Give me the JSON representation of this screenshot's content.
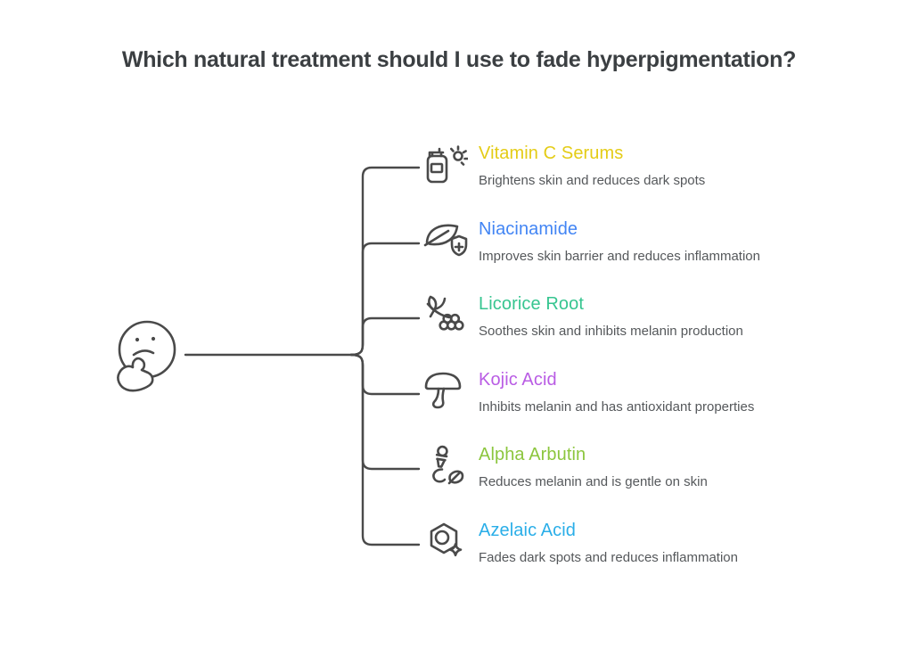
{
  "title": "Which natural treatment should I use to fade hyperpigmentation?",
  "root": {
    "icon": "thinking-face-icon"
  },
  "items": [
    {
      "name": "Vitamin C Serums",
      "description": "Brightens skin and reduces dark spots",
      "color": "#e4cc16",
      "icon": "serum-pump-bottle-sun-icon"
    },
    {
      "name": "Niacinamide",
      "description": "Improves skin barrier and reduces inflammation",
      "color": "#4285f4",
      "icon": "leaf-shield-plus-icon"
    },
    {
      "name": "Licorice Root",
      "description": "Soothes skin and inhibits melanin production",
      "color": "#36c590",
      "icon": "branch-berries-icon"
    },
    {
      "name": "Kojic Acid",
      "description": "Inhibits melanin and has antioxidant properties",
      "color": "#b95ce4",
      "icon": "mushroom-icon"
    },
    {
      "name": "Alpha Arbutin",
      "description": "Reduces melanin and is gentle on skin",
      "color": "#8cc63e",
      "icon": "dropper-leaf-icon"
    },
    {
      "name": "Azelaic Acid",
      "description": "Fades dark spots and reduces inflammation",
      "color": "#2aaee8",
      "icon": "hexagon-molecule-sparkle-icon"
    }
  ],
  "colors": {
    "background": "#ffffff",
    "line": "#4a4a4a",
    "heading": "#3b3f42",
    "description_text": "#55585b"
  }
}
